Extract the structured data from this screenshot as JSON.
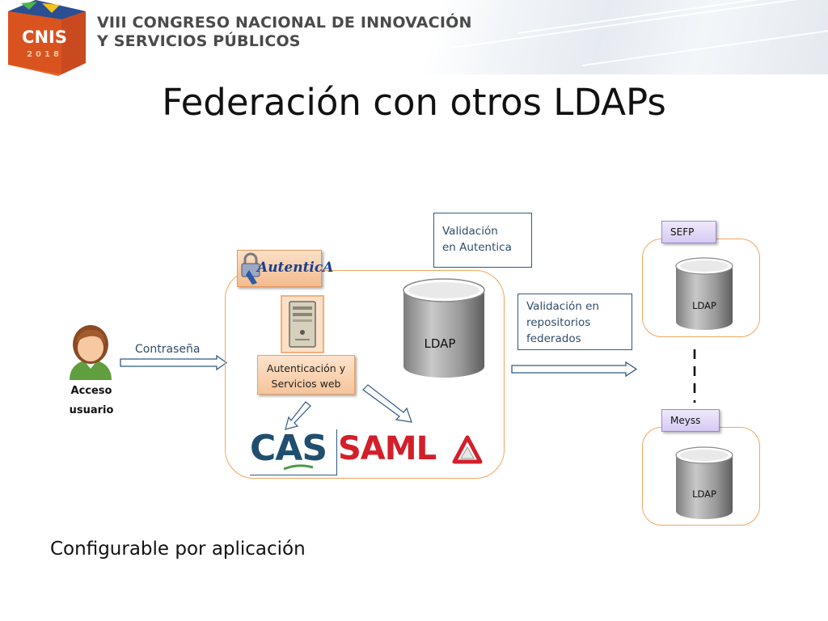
{
  "banner": {
    "congress_line1": "VIII CONGRESO NACIONAL DE INNOVACIÓN",
    "congress_line2": "Y SERVICIOS PÚBLICOS",
    "logo_text": "CNIS",
    "logo_year": "2018"
  },
  "slide": {
    "title": "Federación con otros LDAPs",
    "footer_note": "Configurable por aplicación"
  },
  "diagram": {
    "user": {
      "icon": "user-icon",
      "caption_line1": "Acceso",
      "caption_line2": "usuario"
    },
    "password_arrow_label": "Contraseña",
    "autentica_logo_text": "AutenticA",
    "server_icon": "server-icon",
    "auth_services_label": "Autenticación y\nServicios web",
    "validation_autentica_callout": "Validación\nen Autentica",
    "main_ldap_label": "LDAP",
    "federated_callout": "Validación en\nrepositorios\nfederados",
    "cas_logo_text": "CAS",
    "saml_logo_text": "SAML",
    "repositories": [
      {
        "name": "SEFP",
        "ldap_label": "LDAP"
      },
      {
        "name": "Meyss",
        "ldap_label": "LDAP"
      }
    ]
  },
  "colors": {
    "frame_orange": "#f2a65e",
    "callout_border": "#2e5a85",
    "cas_blue": "#1f4e6e",
    "saml_red": "#d21f2b",
    "label_purple": "#d6caf2"
  }
}
